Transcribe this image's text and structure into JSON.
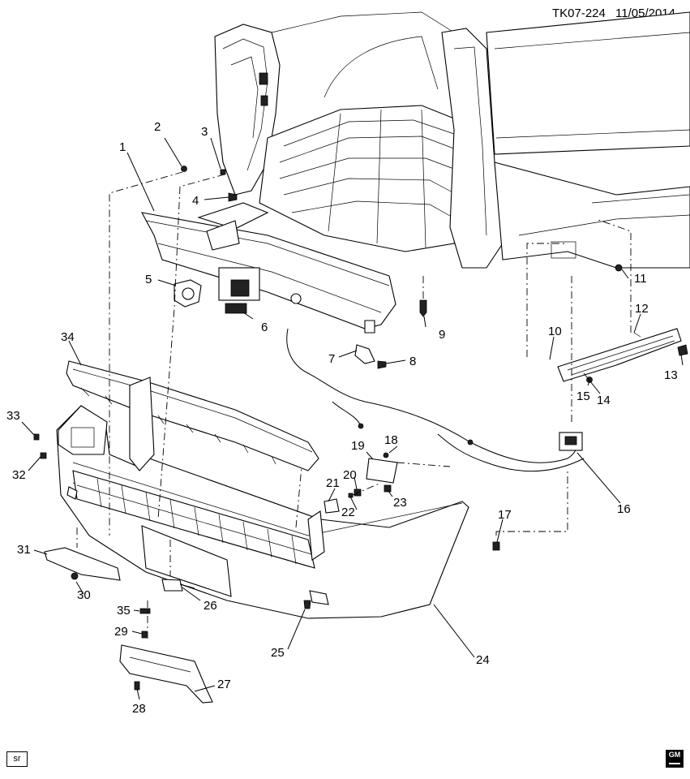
{
  "header": {
    "code": "TK07-224",
    "date": "11/05/2014"
  },
  "footer": {
    "badge": "sr",
    "logo": "GM"
  },
  "callouts": {
    "c1": "1",
    "c2": "2",
    "c3": "3",
    "c4": "4",
    "c5": "5",
    "c6": "6",
    "c7": "7",
    "c8": "8",
    "c9": "9",
    "c10": "10",
    "c11": "11",
    "c12": "12",
    "c13": "13",
    "c14": "14",
    "c15": "15",
    "c16": "16",
    "c17": "17",
    "c18": "18",
    "c19": "19",
    "c20": "20",
    "c21": "21",
    "c22": "22",
    "c23": "23",
    "c24": "24",
    "c25": "25",
    "c26": "26",
    "c27": "27",
    "c28": "28",
    "c29": "29",
    "c30": "30",
    "c31": "31",
    "c32": "32",
    "c33": "33",
    "c34": "34",
    "c35": "35"
  }
}
